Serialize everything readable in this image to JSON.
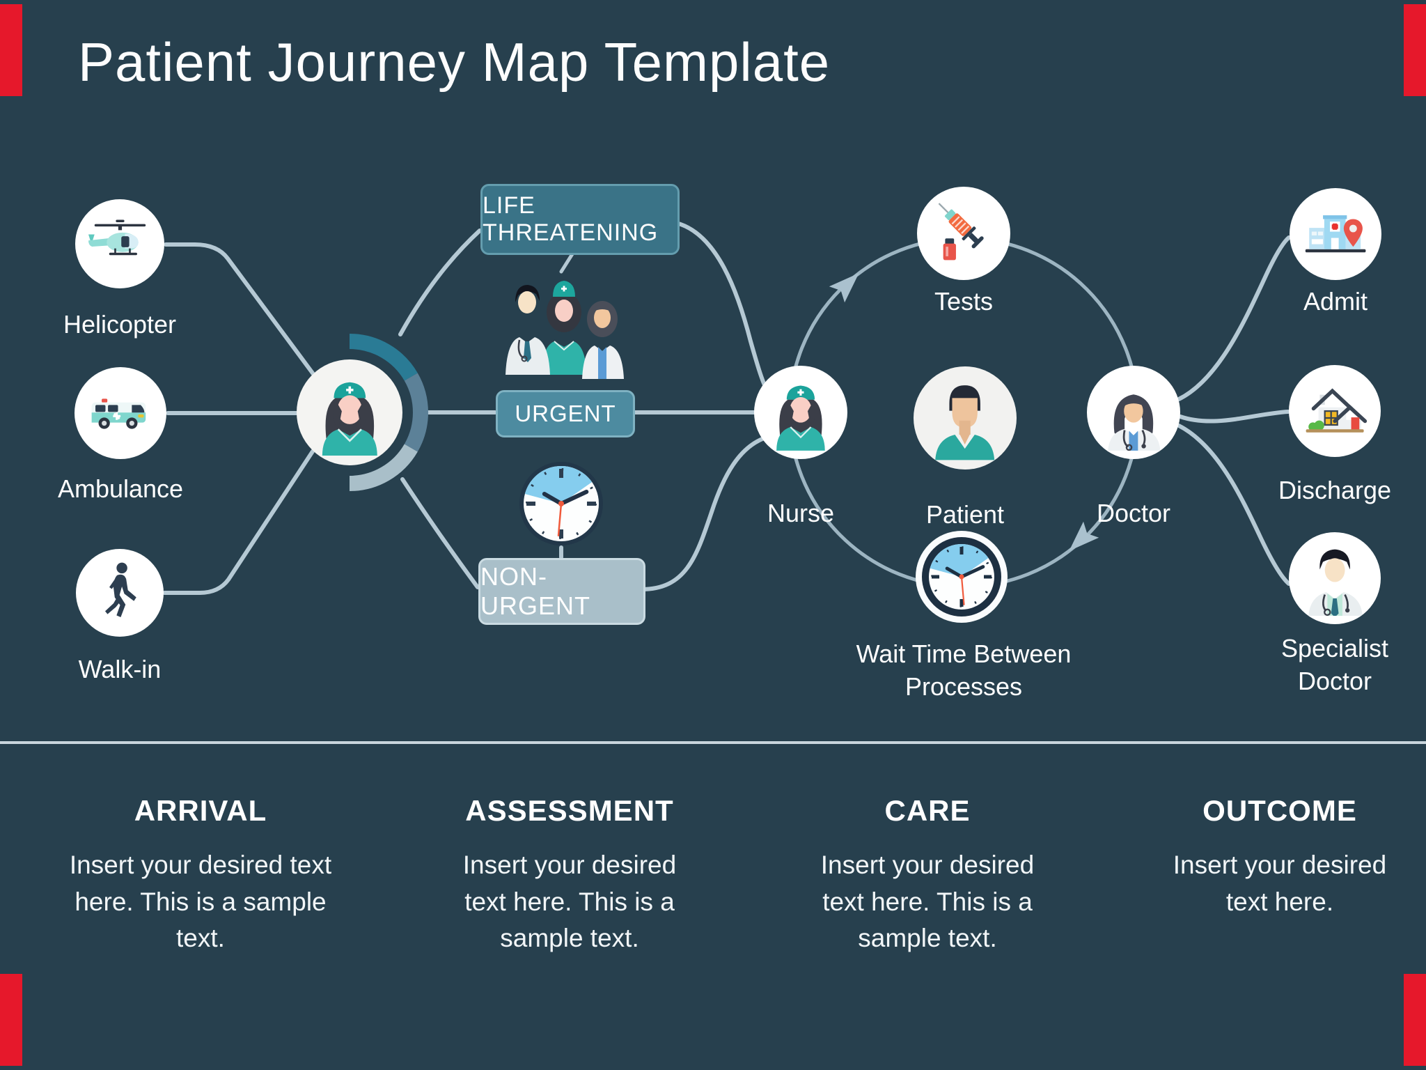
{
  "title": "Patient Journey Map Template",
  "nodes": {
    "helicopter": "Helicopter",
    "ambulance": "Ambulance",
    "walkin": "Walk-in",
    "nurse": "Nurse",
    "tests": "Tests",
    "patient": "Patient",
    "doctor": "Doctor",
    "wait": "Wait Time Between Processes",
    "admit": "Admit",
    "discharge": "Discharge",
    "specialist": "Specialist Doctor"
  },
  "badges": {
    "life_threatening": "LIFE THREATENING",
    "urgent": "URGENT",
    "non_urgent": "NON-URGENT"
  },
  "sections": [
    {
      "heading": "ARRIVAL",
      "body": "Insert your desired text here. This is a sample text."
    },
    {
      "heading": "ASSESSMENT",
      "body": "Insert your desired text here. This is a sample text."
    },
    {
      "heading": "CARE",
      "body": "Insert your desired text here. This is a sample text."
    },
    {
      "heading": "OUTCOME",
      "body": "Insert your desired text here."
    }
  ],
  "icons": [
    "helicopter-icon",
    "ambulance-icon",
    "walking-person-icon",
    "triage-nurse-avatar-icon",
    "medical-team-icon",
    "triage-clock-icon",
    "nurse-avatar-icon",
    "syringe-tests-icon",
    "patient-avatar-icon",
    "doctor-avatar-icon",
    "wait-clock-icon",
    "hospital-admit-icon",
    "house-discharge-icon",
    "specialist-doctor-avatar-icon"
  ],
  "colors": {
    "background": "#27404e",
    "accent_red": "#e6182b",
    "badge_dark_teal": "#3a7387",
    "badge_mid_teal": "#4d8ba0",
    "badge_light_gray": "#a9bfc9",
    "connector_line": "#b5c9d4",
    "cycle_ring": "#9db5c2",
    "scrubs_teal": "#2fb3a9",
    "divider": "#c9d6dd"
  }
}
